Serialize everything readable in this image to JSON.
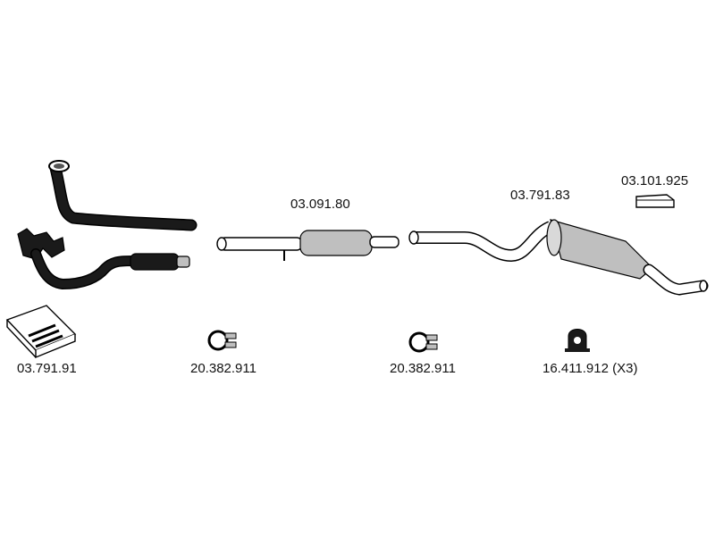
{
  "parts": [
    {
      "code": "03.091.80"
    },
    {
      "code": "03.791.83"
    },
    {
      "code": "03.101.925"
    },
    {
      "code": "03.791.91"
    },
    {
      "code": "20.382.911"
    },
    {
      "code": "20.382.911"
    },
    {
      "code": "16.411.912 (X3)"
    }
  ],
  "colors": {
    "line": "#000000",
    "shade_dark": "#1a1a1a",
    "shade_mid": "#bfbfbf",
    "background": "#ffffff"
  }
}
